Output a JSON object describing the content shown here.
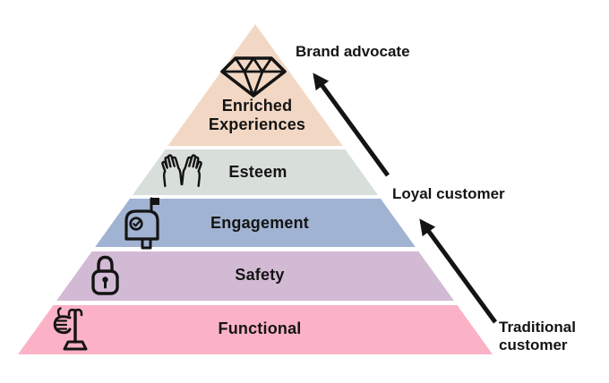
{
  "figure": {
    "type": "pyramid-diagram",
    "levels": [
      {
        "name": "enriched-experiences",
        "label": "Enriched Experiences",
        "color": "#f2d8c4",
        "icon": "diamond-icon"
      },
      {
        "name": "esteem",
        "label": "Esteem",
        "color": "#d8ded9",
        "icon": "raised-hands-icon"
      },
      {
        "name": "engagement",
        "label": "Engagement",
        "color": "#a1b3d2",
        "icon": "mailbox-icon"
      },
      {
        "name": "safety",
        "label": "Safety",
        "color": "#d3bad4",
        "icon": "padlock-icon"
      },
      {
        "name": "functional",
        "label": "Functional",
        "color": "#fcb2c6",
        "icon": "hand-grip-icon"
      }
    ],
    "annotations": {
      "top": "Brand advocate",
      "middle": "Loyal customer",
      "bottom": "Traditional customer"
    },
    "colors": {
      "ink": "#141414",
      "background": "#ffffff"
    }
  }
}
